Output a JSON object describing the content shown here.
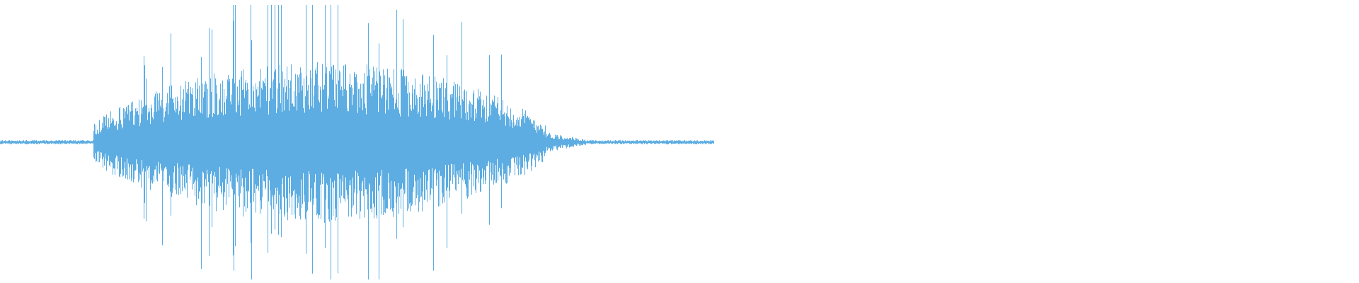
{
  "waveform": {
    "color": "#5dade2",
    "summary": {
      "active_fraction_of_width": 0.53,
      "silent_lead_fraction": 0.07,
      "peak_amplitude": 0.97,
      "envelope_shape": "spindle"
    }
  }
}
